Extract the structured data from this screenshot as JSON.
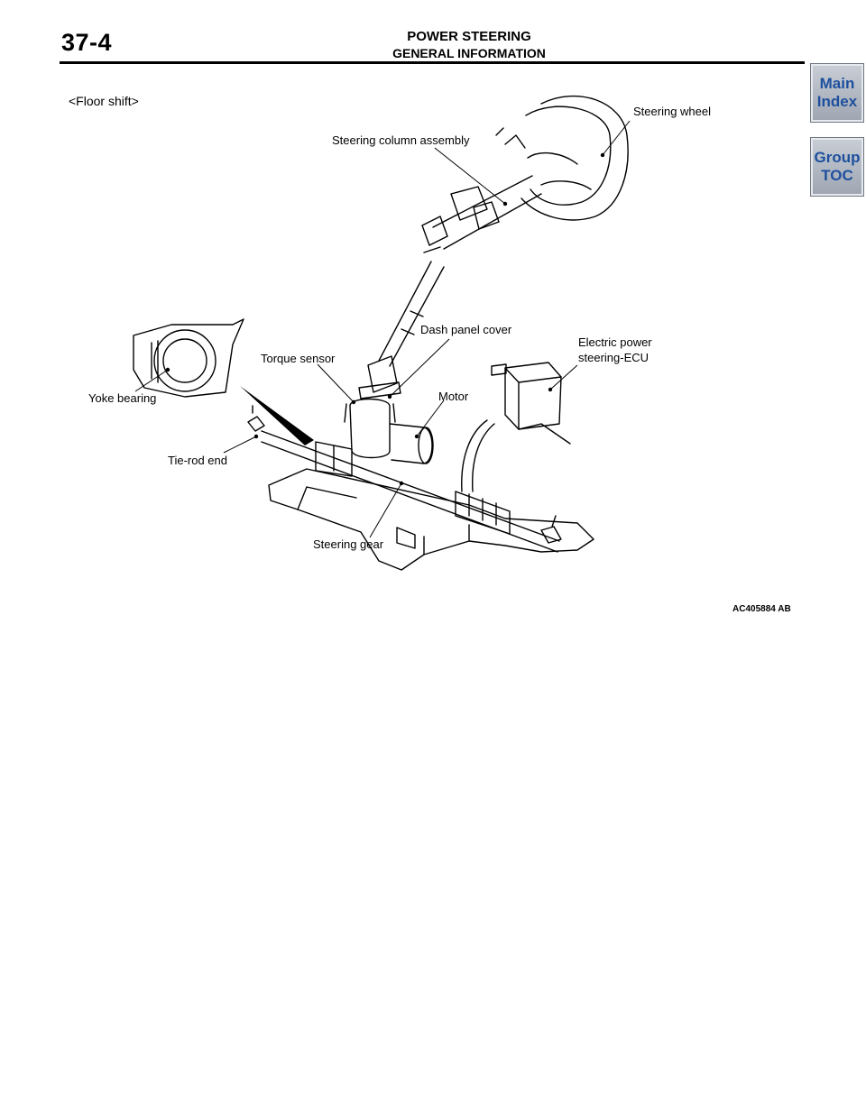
{
  "header": {
    "page_number": "37-4",
    "title": "POWER STEERING",
    "subtitle": "GENERAL INFORMATION"
  },
  "nav": {
    "main_index": [
      "Main",
      "Index"
    ],
    "group_toc": [
      "Group",
      "TOC"
    ]
  },
  "figure": {
    "caption": "<Floor shift>",
    "id": "AC405884 AB",
    "labels": {
      "steering_wheel": "Steering wheel",
      "steering_column_assembly": "Steering column assembly",
      "dash_panel_cover": "Dash panel cover",
      "electric_power_steering_ecu": [
        "Electric power",
        "steering-ECU"
      ],
      "torque_sensor": "Torque sensor",
      "yoke_bearing": "Yoke bearing",
      "motor": "Motor",
      "tie_rod_end": "Tie-rod end",
      "steering_gear": "Steering gear"
    }
  }
}
